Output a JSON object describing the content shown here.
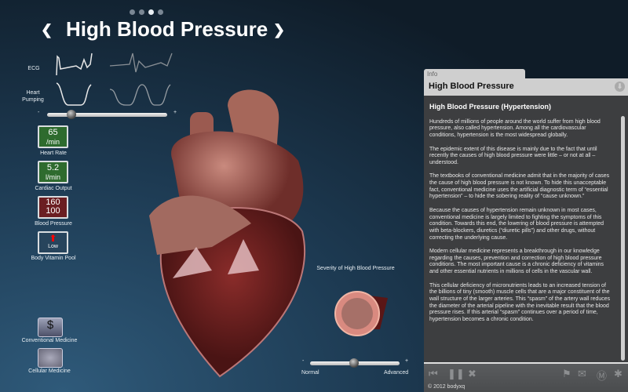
{
  "header": {
    "title": "High Blood Pressure",
    "prev_icon": "chevron-left-icon",
    "next_icon": "chevron-right-icon",
    "page_dots": 4,
    "active_page": 3
  },
  "left": {
    "ecg_label": "ECG",
    "pumping_label": "Heart Pumping",
    "slider_minus": "-",
    "slider_plus": "+",
    "heart_rate_slider": 0.2,
    "heart_rate": {
      "value": "65",
      "unit": "/min",
      "label": "Heart Rate"
    },
    "cardiac_output": {
      "value": "5.2",
      "unit": "l/min",
      "label": "Cardiac Output"
    },
    "blood_pressure": {
      "systolic": "160",
      "diastolic": "100",
      "label": "Blood Pressure"
    },
    "vitamin_pool": {
      "value": "Low",
      "label": "Body Vitamin Pool"
    },
    "conventional": "Conventional Medicine",
    "cellular": "Cellular Medicine"
  },
  "severity": {
    "title": "Severity of High Blood Pressure",
    "min": "Normal",
    "max": "Advanced",
    "minus": "-",
    "plus": "+",
    "value": 0.49
  },
  "info": {
    "tab": "Info",
    "title": "High Blood Pressure",
    "heading": "High Blood Pressure (Hypertension)",
    "paragraphs": [
      "Hundreds of millions of people around the world suffer from high blood pressure, also called hypertension. Among all the cardiovascular conditions, hypertension is the most widespread globally.",
      "The epidemic extent of this disease is mainly due to the fact that until recently the causes of high blood pressure were little – or not at all – understood.",
      "The textbooks of conventional medicine admit that in the majority of cases the cause of high blood pressure is not known. To hide this unacceptable fact, conventional medicine uses the artificial diagnostic term of “essential hypertension” – to hide the sobering reality of “cause unknown.”",
      "Because the causes of hypertension remain unknown in most cases, conventional medicine is largely limited to fighting the symptoms of this condition. Towards this end, the lowering of blood pressure is attempted with beta-blockers, diuretics (“diuretic pills”) and other drugs, without correcting the underlying cause.",
      "Modern cellular medicine represents a breakthrough in our knowledge regarding the causes, prevention and correction of high blood pressure conditions. The most important cause is a chronic deficiency of vitamins and other essential nutrients in millions of cells in the vascular wall.",
      "This cellular deficiency of micronutrients leads to an increased tension of the billions of tiny (smooth) muscle cells that are a major constituent of the wall structure of the larger arteries. This “spasm” of the artery wall reduces the diameter of the arterial pipeline with the inevitable result that the blood pressure rises. If this arterial “spasm” continues over a period of time, hypertension becomes a chronic condition."
    ],
    "copyright": "© 2012 bodyxq"
  }
}
